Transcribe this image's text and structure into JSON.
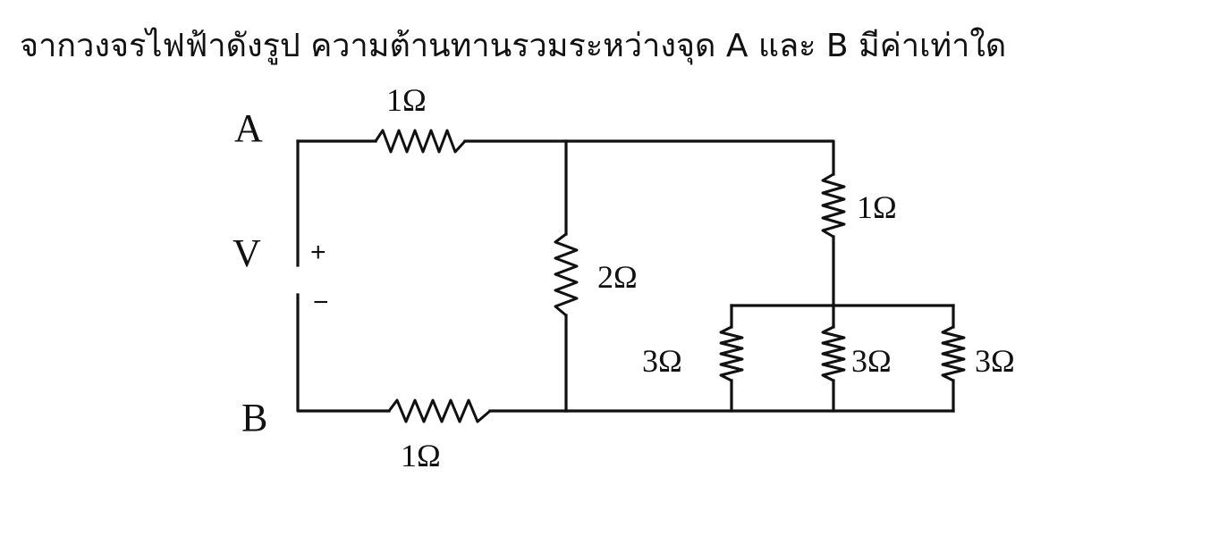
{
  "question": "จากวงจรไฟฟ้าดังรูป ความต้านทานรวมระหว่างจุด A และ B มีค่าเท่าใด",
  "circuit": {
    "node_a": "A",
    "node_b": "B",
    "source_label": "V",
    "plus_sign": "+",
    "minus_sign": "−",
    "resistors": {
      "top": "1Ω",
      "bottom": "1Ω",
      "middle": "2Ω",
      "right_vertical": "1Ω",
      "parallel_left": "3Ω",
      "parallel_middle": "3Ω",
      "parallel_right": "3Ω"
    }
  }
}
